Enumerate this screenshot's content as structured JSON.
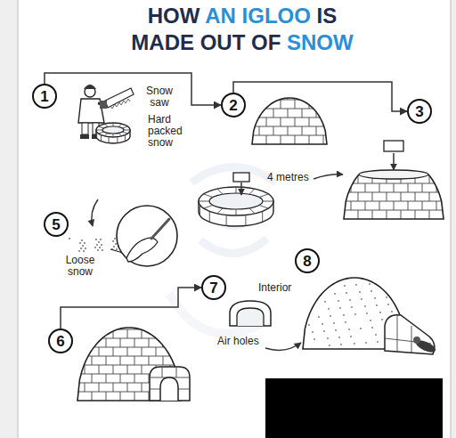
{
  "diagram": {
    "title": "HOW AN IGLOO IS MADE OUT OF SNOW",
    "nodes": [
      {
        "text": [
          "1"
        ]
      },
      {
        "text": [
          "2"
        ]
      },
      {
        "text": [
          "3"
        ]
      },
      {
        "text": [
          "5"
        ]
      },
      {
        "text": [
          "6"
        ]
      },
      {
        "text": [
          "7"
        ]
      },
      {
        "text": [
          "8"
        ]
      }
    ],
    "edges": [
      {
        "from": 0,
        "to": 1,
        "arrow": "to"
      },
      {
        "from": 1,
        "to": 2,
        "arrow": "to"
      },
      {
        "from": 4,
        "to": 5,
        "arrow": "to"
      }
    ],
    "labels": [
      "Snow saw",
      "Hard packed snow",
      "4 metres",
      "Loose snow",
      "Interior",
      "Air holes"
    ]
  }
}
